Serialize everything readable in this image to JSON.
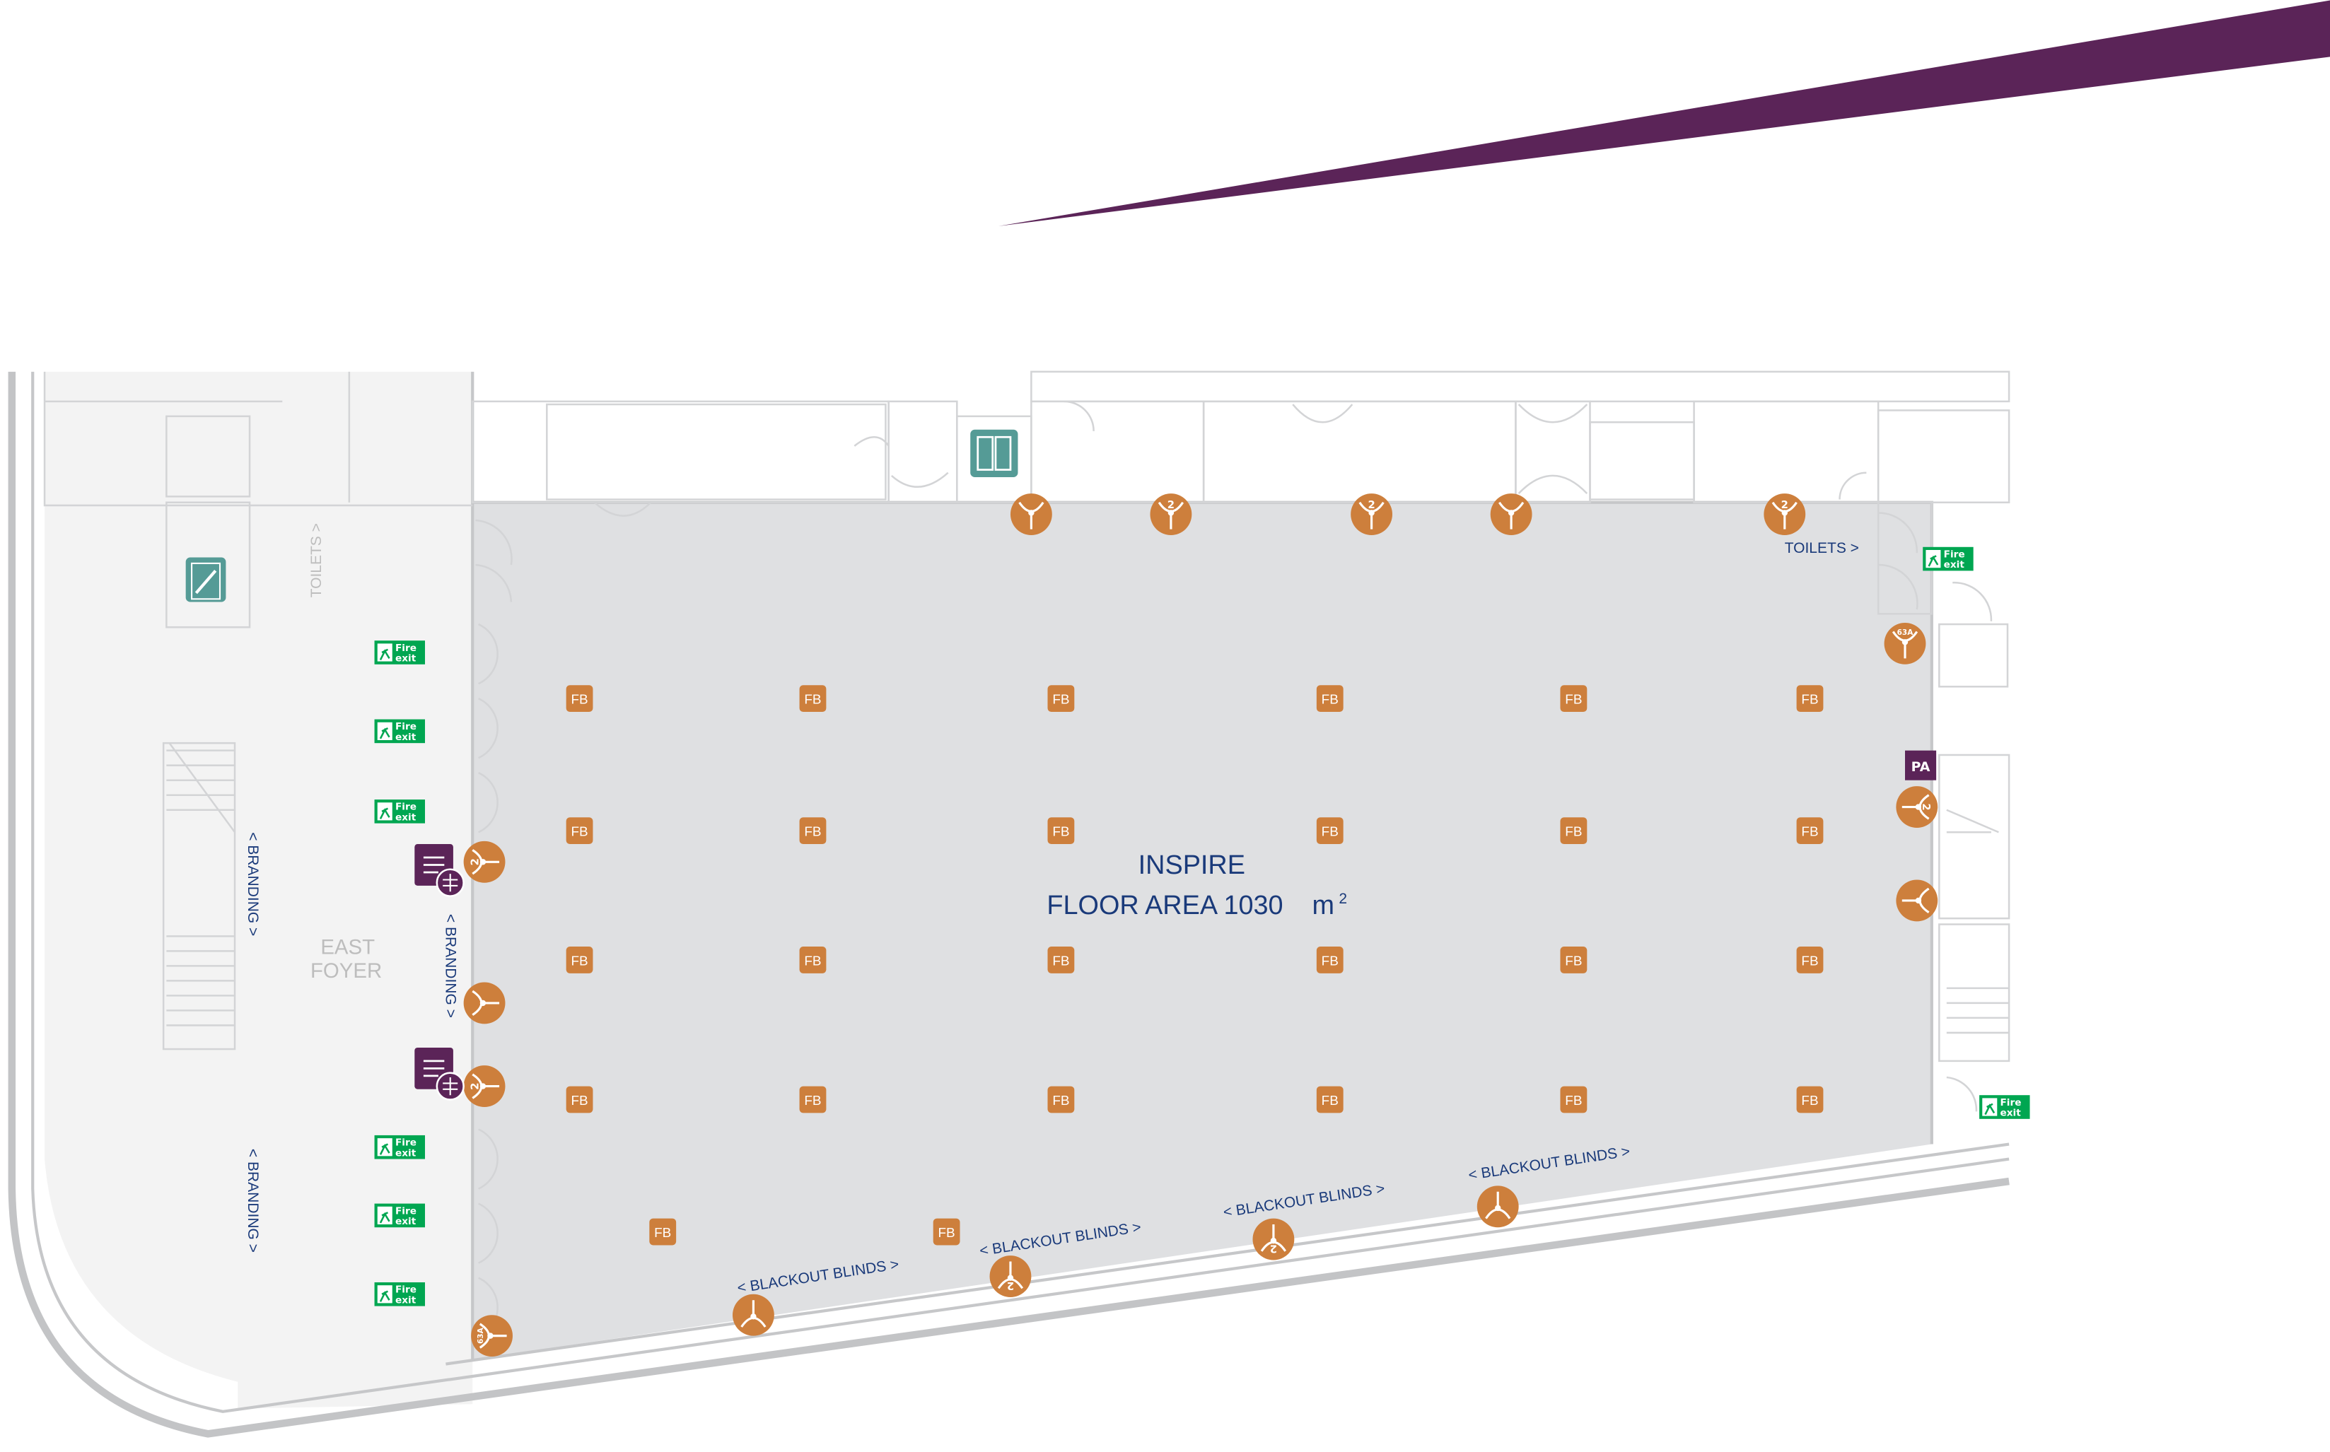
{
  "room": {
    "name": "INSPIRE",
    "area_label": "FLOOR AREA 1030",
    "area_unit": "m",
    "area_unit_sup": "2"
  },
  "foyer": {
    "line1": "EAST",
    "line2": "FOYER"
  },
  "labels": {
    "toilets_right": "TOILETS >",
    "toilets_left": "TOILETS >",
    "branding": "< BRANDING >",
    "blackout_blinds": "< BLACKOUT BLINDS >",
    "pa": "PA",
    "floor_box": "FB"
  },
  "fire_exit": {
    "line1": "Fire",
    "line2": "exit"
  },
  "socket_labels": {
    "double": "2",
    "power63": "63A"
  },
  "colors": {
    "accent_purple": "#5b2458",
    "socket_orange": "#cd7f3c",
    "fire_green": "#00a651",
    "teal": "#559b96",
    "text_navy": "#1a3a7a",
    "hall_grey": "#dfe0e2",
    "foyer_grey": "#f3f3f3"
  }
}
